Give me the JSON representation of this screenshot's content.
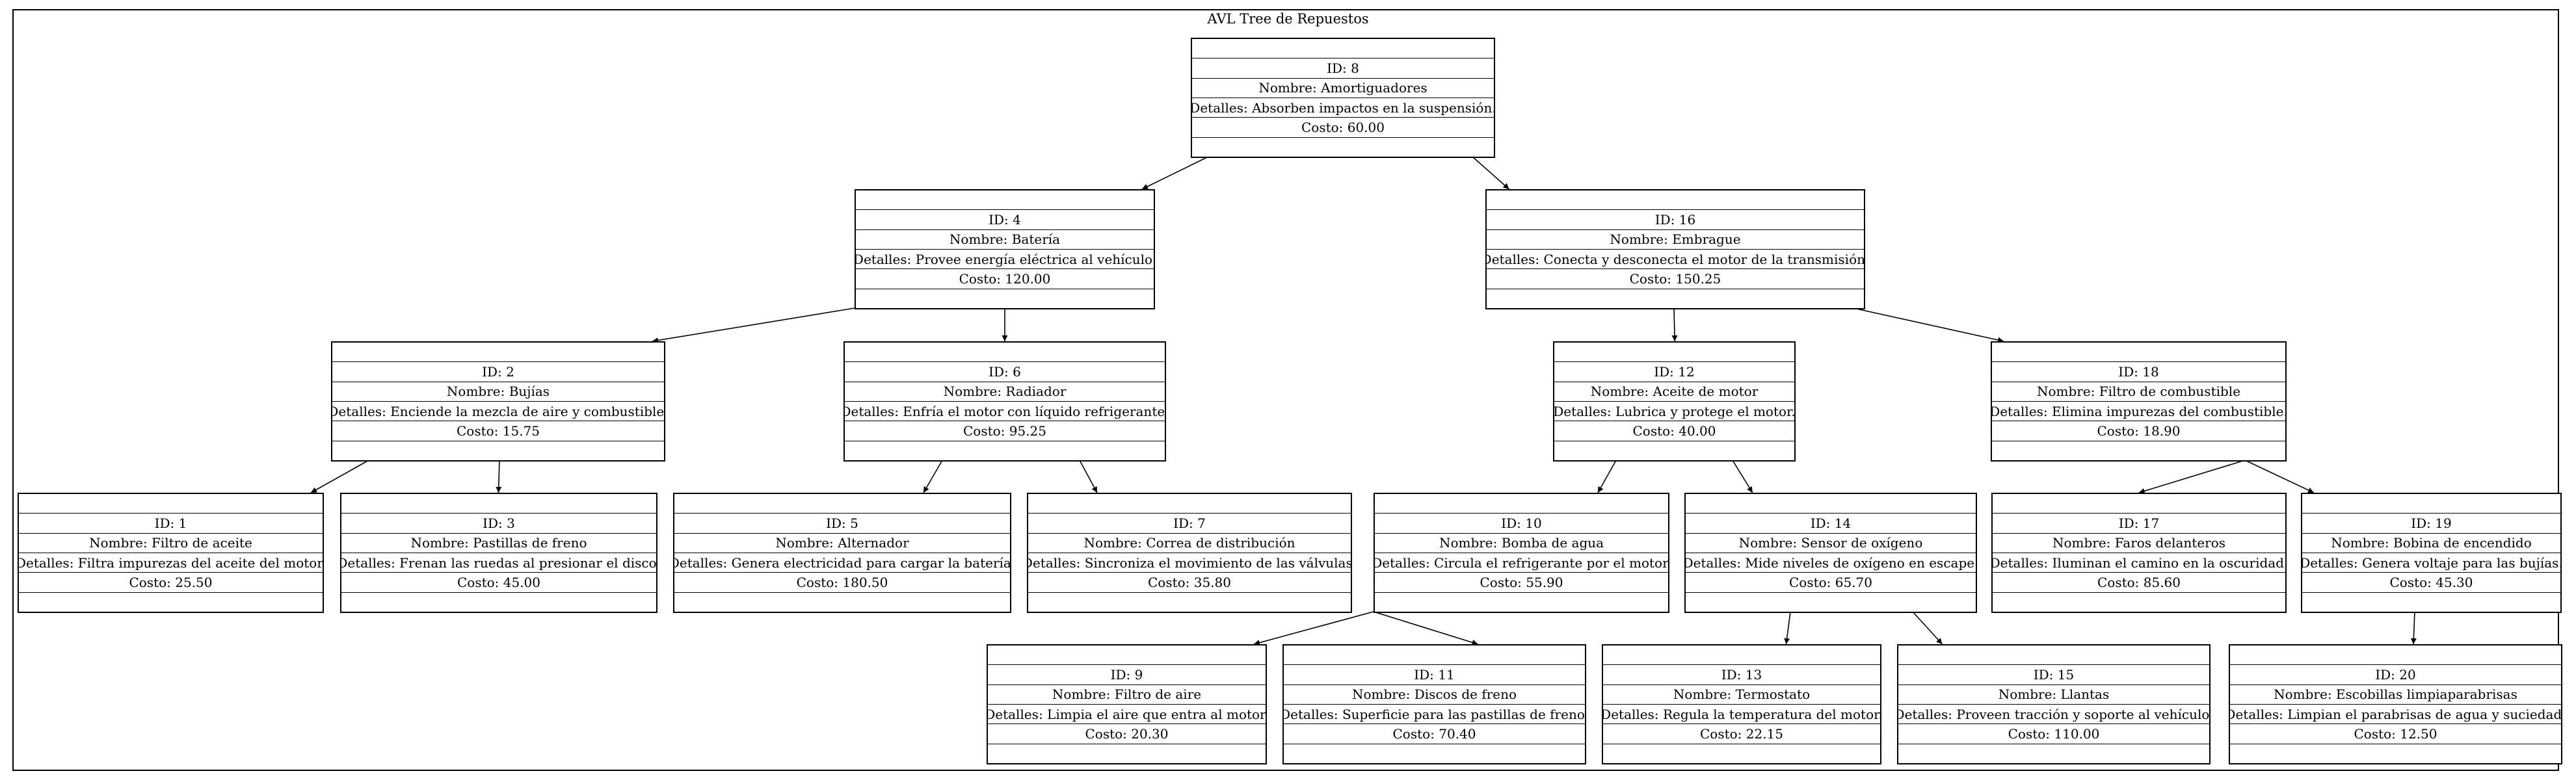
{
  "diagram": {
    "title": "AVL Tree de Repuestos",
    "nodes": [
      {
        "key": "8",
        "id": "ID: 8",
        "nombre": "Nombre: Amortiguadores",
        "detalles": "Detalles: Absorben impactos en la suspensión.",
        "costo": "Costo: 60.00"
      },
      {
        "key": "4",
        "id": "ID: 4",
        "nombre": "Nombre: Batería",
        "detalles": "Detalles: Provee energía eléctrica al vehículo.",
        "costo": "Costo: 120.00"
      },
      {
        "key": "16",
        "id": "ID: 16",
        "nombre": "Nombre: Embrague",
        "detalles": "Detalles: Conecta y desconecta el motor de la transmisión.",
        "costo": "Costo: 150.25"
      },
      {
        "key": "2",
        "id": "ID: 2",
        "nombre": "Nombre: Bujías",
        "detalles": "Detalles: Enciende la mezcla de aire y combustible.",
        "costo": "Costo: 15.75"
      },
      {
        "key": "6",
        "id": "ID: 6",
        "nombre": "Nombre: Radiador",
        "detalles": "Detalles: Enfría el motor con líquido refrigerante.",
        "costo": "Costo: 95.25"
      },
      {
        "key": "12",
        "id": "ID: 12",
        "nombre": "Nombre: Aceite de motor",
        "detalles": "Detalles: Lubrica y protege el motor.",
        "costo": "Costo: 40.00"
      },
      {
        "key": "18",
        "id": "ID: 18",
        "nombre": "Nombre: Filtro de combustible",
        "detalles": "Detalles: Elimina impurezas del combustible.",
        "costo": "Costo: 18.90"
      },
      {
        "key": "1",
        "id": "ID: 1",
        "nombre": "Nombre: Filtro de aceite",
        "detalles": "Detalles: Filtra impurezas del aceite del motor.",
        "costo": "Costo: 25.50"
      },
      {
        "key": "3",
        "id": "ID: 3",
        "nombre": "Nombre: Pastillas de freno",
        "detalles": "Detalles: Frenan las ruedas al presionar el disco.",
        "costo": "Costo: 45.00"
      },
      {
        "key": "5",
        "id": "ID: 5",
        "nombre": "Nombre: Alternador",
        "detalles": "Detalles: Genera electricidad para cargar la batería.",
        "costo": "Costo: 180.50"
      },
      {
        "key": "7",
        "id": "ID: 7",
        "nombre": "Nombre: Correa de distribución",
        "detalles": "Detalles: Sincroniza el movimiento de las válvulas.",
        "costo": "Costo: 35.80"
      },
      {
        "key": "10",
        "id": "ID: 10",
        "nombre": "Nombre: Bomba de agua",
        "detalles": "Detalles: Circula el refrigerante por el motor.",
        "costo": "Costo: 55.90"
      },
      {
        "key": "14",
        "id": "ID: 14",
        "nombre": "Nombre: Sensor de oxígeno",
        "detalles": "Detalles: Mide niveles de oxígeno en escape.",
        "costo": "Costo: 65.70"
      },
      {
        "key": "17",
        "id": "ID: 17",
        "nombre": "Nombre: Faros delanteros",
        "detalles": "Detalles: Iluminan el camino en la oscuridad.",
        "costo": "Costo: 85.60"
      },
      {
        "key": "19",
        "id": "ID: 19",
        "nombre": "Nombre: Bobina de encendido",
        "detalles": "Detalles: Genera voltaje para las bujías.",
        "costo": "Costo: 45.30"
      },
      {
        "key": "9",
        "id": "ID: 9",
        "nombre": "Nombre: Filtro de aire",
        "detalles": "Detalles: Limpia el aire que entra al motor.",
        "costo": "Costo: 20.30"
      },
      {
        "key": "11",
        "id": "ID: 11",
        "nombre": "Nombre: Discos de freno",
        "detalles": "Detalles: Superficie para las pastillas de freno.",
        "costo": "Costo: 70.40"
      },
      {
        "key": "13",
        "id": "ID: 13",
        "nombre": "Nombre: Termostato",
        "detalles": "Detalles: Regula la temperatura del motor.",
        "costo": "Costo: 22.15"
      },
      {
        "key": "15",
        "id": "ID: 15",
        "nombre": "Nombre: Llantas",
        "detalles": "Detalles: Proveen tracción y soporte al vehículo.",
        "costo": "Costo: 110.00"
      },
      {
        "key": "20",
        "id": "ID: 20",
        "nombre": "Nombre: Escobillas limpiaparabrisas",
        "detalles": "Detalles: Limpian el parabrisas de agua y suciedad.",
        "costo": "Costo: 12.50"
      }
    ],
    "edges": [
      [
        "8",
        "4"
      ],
      [
        "8",
        "16"
      ],
      [
        "4",
        "2"
      ],
      [
        "4",
        "6"
      ],
      [
        "16",
        "12"
      ],
      [
        "16",
        "18"
      ],
      [
        "2",
        "1"
      ],
      [
        "2",
        "3"
      ],
      [
        "6",
        "5"
      ],
      [
        "6",
        "7"
      ],
      [
        "12",
        "10"
      ],
      [
        "12",
        "14"
      ],
      [
        "18",
        "17"
      ],
      [
        "18",
        "19"
      ],
      [
        "10",
        "9"
      ],
      [
        "10",
        "11"
      ],
      [
        "14",
        "13"
      ],
      [
        "14",
        "15"
      ],
      [
        "19",
        "20"
      ]
    ]
  }
}
